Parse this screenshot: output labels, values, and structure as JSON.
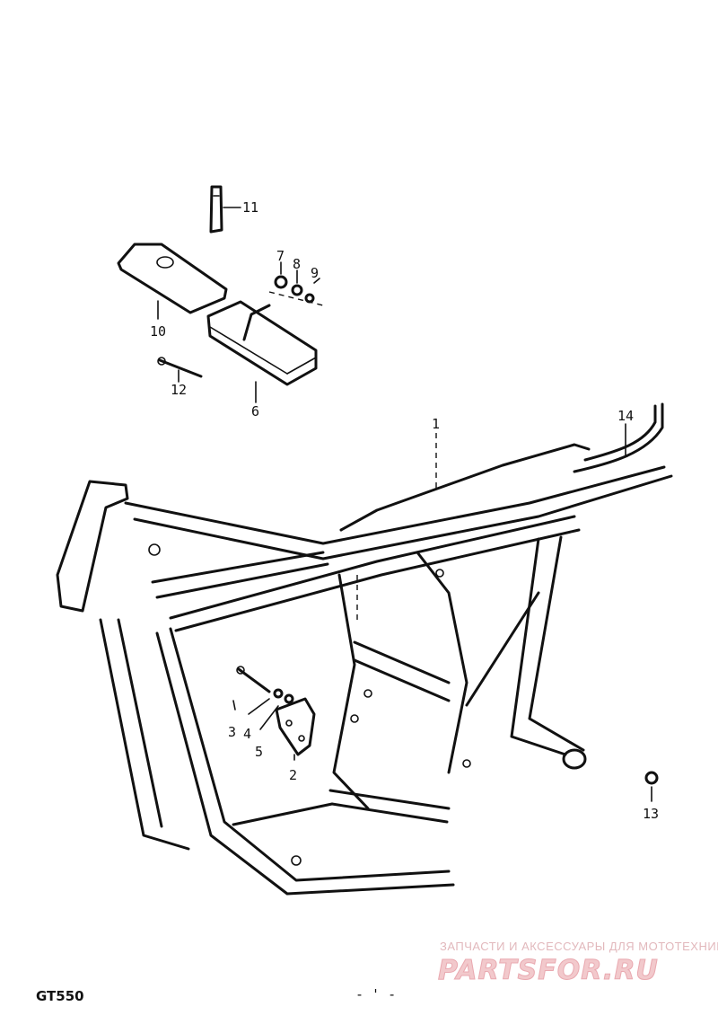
{
  "diagram": {
    "model": "GT550",
    "page_mark": "- ' -",
    "callouts": [
      "1",
      "2",
      "3",
      "4",
      "5",
      "6",
      "7",
      "8",
      "9",
      "10",
      "11",
      "12",
      "13",
      "14"
    ]
  },
  "watermark": {
    "tagline": "ЗАПЧАСТИ И АКСЕССУАРЫ ДЛЯ МОТОТЕХНИКИ",
    "brand": "PARTSFOR.RU",
    "color": "#f2c9cc"
  }
}
